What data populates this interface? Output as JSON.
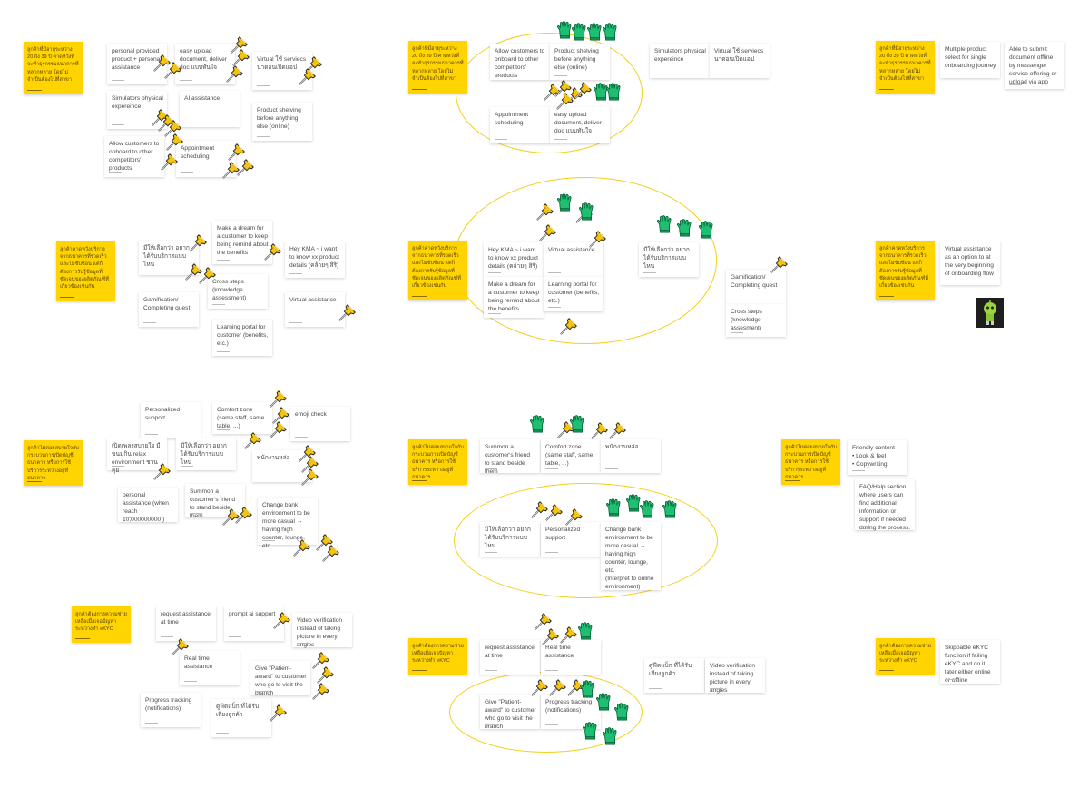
{
  "colors": {
    "sticky": "#ffd400",
    "ellipse": "#f2cf1a",
    "pin": "#f6c40c",
    "glove": "#1fbf73"
  },
  "stickies": [
    "ลูกค้าที่มีอายุระหว่าง 20 ถึง 39 ปี คาดหวังที่จะทำธุรกรรมธนาคารที่หลากหลาย โดยไม่จำเป็นต้องไปที่สาขา",
    "ลูกค้าที่มีอายุระหว่าง 20 ถึง 39 ปี คาดหวังที่จะทำธุรกรรมธนาคารที่หลากหลาย โดยไม่จำเป็นต้องไปที่สาขา",
    "ลูกค้าที่มีอายุระหว่าง 20 ถึง 39 ปี คาดหวังที่จะทำธุรกรรมธนาคารที่หลากหลาย โดยไม่จำเป็นต้องไปที่สาขา",
    "ลูกค้าคาดหวังบริการจากธนาคารที่รวดเร็วและไม่ซับซ้อน แต่ก็ต้องการรับรู้ข้อมูลที่ชัดเจนของผลิตภัณฑ์ที่เกี่ยวข้องเช่นกัน",
    "ลูกค้าคาดหวังบริการจากธนาคารที่รวดเร็วและไม่ซับซ้อน แต่ก็ต้องการรับรู้ข้อมูลที่ชัดเจนของผลิตภัณฑ์ที่เกี่ยวข้องเช่นกัน",
    "ลูกค้าคาดหวังบริการจากธนาคารที่รวดเร็วและไม่ซับซ้อน แต่ก็ต้องการรับรู้ข้อมูลที่ชัดเจนของผลิตภัณฑ์ที่เกี่ยวข้องเช่นกัน",
    "ลูกค้าไม่ค่อยสบายใจกับกระบวนการเปิดบัญชีธนาคาร หรือการใช้บริการระหว่างอยู่ที่ธนาคาร",
    "ลูกค้าไม่ค่อยสบายใจกับกระบวนการเปิดบัญชีธนาคาร หรือการใช้บริการระหว่างอยู่ที่ธนาคาร",
    "ลูกค้าไม่ค่อยสบายใจกับกระบวนการเปิดบัญชีธนาคาร หรือการใช้บริการระหว่างอยู่ที่ธนาคาร",
    "ลูกค้าต้องการความช่วยเหลือเมื่อเจอปัญหาระหว่างทำ eKYC",
    "ลูกค้าต้องการความช่วยเหลือเมื่อเจอปัญหาระหว่างทำ eKYC",
    "ลูกค้าต้องการความช่วยเหลือเมื่อเจอปัญหาระหว่างทำ eKYC"
  ],
  "cards": [
    "personal provided product + personal assistance",
    "easy upload document, deliver doc แบบทันใจ",
    "Virtual ใช้ serviecs นาดอนเปิดแอป",
    "Simulators physical expereince",
    "AI assistance",
    "Product shelving before anything else (online)",
    "Allow customers to onboard to other competitors' products",
    "Appointment scheduling",
    "Allow customers to onboard to other competitors' products",
    "Product shelving before anything else (online)",
    "Appointment scheduling",
    "easy upload document, deliver doc แบบทันใจ",
    "Simulators physical expereince",
    "Virtual ใช้ serviecs นาดอนเปิดแอป",
    "Multiple product select for single onboarding journey",
    "Able to submit document offline by messenger service offering or upload via app",
    "มีให้เลือกว่า อยากได้รับบริการแบบไหน",
    "Make a dream for a customer to keep being remind about the benefits",
    "Hey KMA ~ i want to know xx product details (คล้ายๆ สิริ)",
    "Gamification/ Completing quest",
    "Cross steps (knowledge assessment)",
    "Learning portal for customer (benefits, etc.)",
    "Virtual assistance",
    "Hey KMA ~ i want to know xx product details (คล้ายๆ สิริ)",
    "Virtual assistance",
    "Make a dream for a customer to keep being remind about the benefits",
    "Learning portal for customer (benefits, etc.)",
    "มีให้เลือกว่า อยากได้รับบริการแบบไหน",
    "Gamification/ Completing quest",
    "Cross steps (knowledge assesment)",
    "Virtual assistance as an option to at the very beginning of onboarding flow",
    "Personalized support",
    "Comfort zone (same staff, same table, ...)",
    "emoji check",
    "เปิดเพลงสบายใจ มีขนมกิน relax environment ชวนคุย",
    "มีให้เลือกว่า อยากได้รับบริการแบบไหน",
    "พนักงานหล่อ",
    "personal assistance (when reach 10,000000000 )",
    "Summon a customer's friend to stand beside them",
    "Change bank environment to be more casual → having high counter, lounge, etc.",
    "Summon a customer's friend to stand beside them",
    "Comfort zone (same staff, same table, ...)",
    "พนักงานหล่อ",
    "มีให้เลือกว่า อยากได้รับบริการแบบไหน",
    "Personalized support",
    "Change bank environment to be more casual → having high counter, lounge, etc.\n(Interpret to online environment)",
    "Friendly content\n  •  Look & feel\n  •  Copywriting",
    "FAQ/Help section where users can find additional information or support if needed during the process.",
    "request assistance at time",
    "prompt ai support",
    "Video verification instead of taking picture in every angles",
    "Real time assistance",
    "Give \"Patient-award\" to customer who go to visit the branch",
    "Progress tracking (notifications)",
    "ดูฟีดแบ็ก ที่ได้รับเสียงลูกค้า",
    "request assistance at time",
    "Real time assistance",
    "Give \"Patient-award\" to customer who go to visit the branch",
    "Progress tracking (notifications)",
    "ดูฟีดแบ็ก ที่ได้รับเสียงลูกค้า",
    "Video verification instead of taking picture in every angles",
    "Skippable eKYC function if failing eKYC and do it later either online or offline"
  ]
}
